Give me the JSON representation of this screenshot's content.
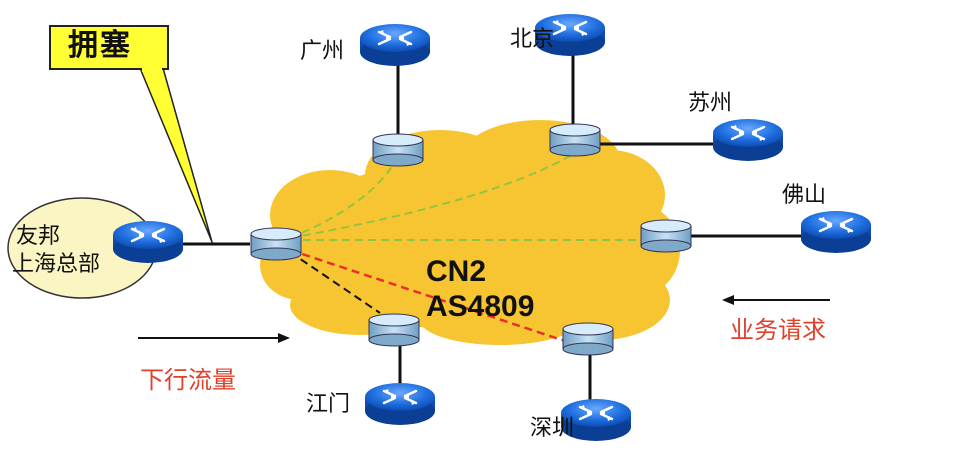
{
  "callout": {
    "label": "拥塞"
  },
  "hq": {
    "line1": "友邦",
    "line2": "上海总部"
  },
  "cloud": {
    "name": "CN2",
    "as": "AS4809"
  },
  "cities": {
    "guangzhou": "广州",
    "beijing": "北京",
    "suzhou": "苏州",
    "foshan": "佛山",
    "jiangmen": "江门",
    "shenzhen": "深圳"
  },
  "flows": {
    "downstream": "下行流量",
    "request": "业务请求"
  },
  "colors": {
    "cloud": "#f7c532",
    "callout_fill": "#ffff33",
    "router": "#1f6fe0",
    "switch": "#9fc8e6",
    "green_path": "#92c53f",
    "red_path": "#e8302a",
    "label_red": "#e0402a"
  }
}
